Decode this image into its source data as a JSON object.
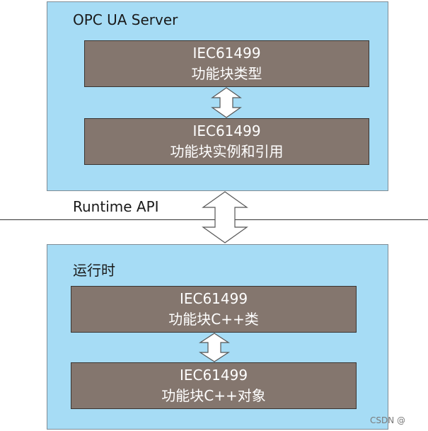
{
  "server_panel": {
    "title": "OPC UA Server",
    "block_type": {
      "line1": "IEC61499",
      "line2": "功能块类型"
    },
    "block_instance": {
      "line1": "IEC61499",
      "line2": "功能块实例和引用"
    }
  },
  "runtime_api": {
    "label": "Runtime API"
  },
  "runtime_panel": {
    "title": "运行时",
    "block_class": {
      "line1": "IEC61499",
      "line2": "功能块C++类"
    },
    "block_object": {
      "line1": "IEC61499",
      "line2": "功能块C++对象"
    }
  },
  "watermark": "CSDN @",
  "colors": {
    "panel_fill": "#a6dcf5",
    "block_fill": "#84766e",
    "arrow_fill": "#ffffff",
    "line": "#333333"
  }
}
